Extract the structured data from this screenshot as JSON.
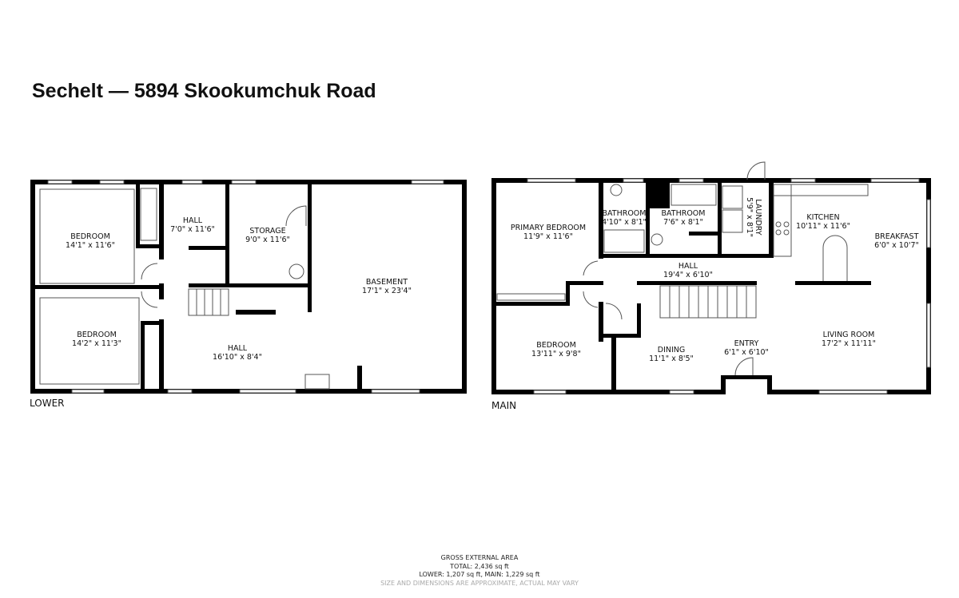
{
  "title": "Sechelt — 5894 Skookumchuk Road",
  "floors": [
    {
      "label": "LOWER",
      "rooms": [
        {
          "name": "BEDROOM",
          "size": "14'1\" x 11'6\""
        },
        {
          "name": "BEDROOM",
          "size": "14'2\" x 11'3\""
        },
        {
          "name": "HALL",
          "size": "7'0\" x 11'6\""
        },
        {
          "name": "STORAGE",
          "size": "9'0\" x 11'6\""
        },
        {
          "name": "BASEMENT",
          "size": "17'1\" x 23'4\""
        },
        {
          "name": "HALL",
          "size": "16'10\" x 8'4\""
        }
      ]
    },
    {
      "label": "MAIN",
      "rooms": [
        {
          "name": "PRIMARY BEDROOM",
          "size": "11'9\" x 11'6\""
        },
        {
          "name": "BATHROOM",
          "size": "4'10\" x 8'1\""
        },
        {
          "name": "BATHROOM",
          "size": "7'6\" x 8'1\""
        },
        {
          "name": "LAUNDRY",
          "size": "5'9\" x 8'1\""
        },
        {
          "name": "KITCHEN",
          "size": "10'11\" x 11'6\""
        },
        {
          "name": "BREAKFAST",
          "size": "6'0\" x 10'7\""
        },
        {
          "name": "HALL",
          "size": "19'4\" x 6'10\""
        },
        {
          "name": "BEDROOM",
          "size": "13'11\" x 9'8\""
        },
        {
          "name": "DINING",
          "size": "11'1\" x 8'5\""
        },
        {
          "name": "ENTRY",
          "size": "6'1\" x 6'10\""
        },
        {
          "name": "LIVING ROOM",
          "size": "17'2\" x 11'11\""
        }
      ]
    }
  ],
  "footer": {
    "heading": "GROSS EXTERNAL AREA",
    "total": "TOTAL: 2,436 sq ft",
    "breakdown": "LOWER: 1,207 sq ft, MAIN: 1,229 sq ft",
    "note": "SIZE AND DIMENSIONS ARE APPROXIMATE, ACTUAL MAY VARY"
  }
}
